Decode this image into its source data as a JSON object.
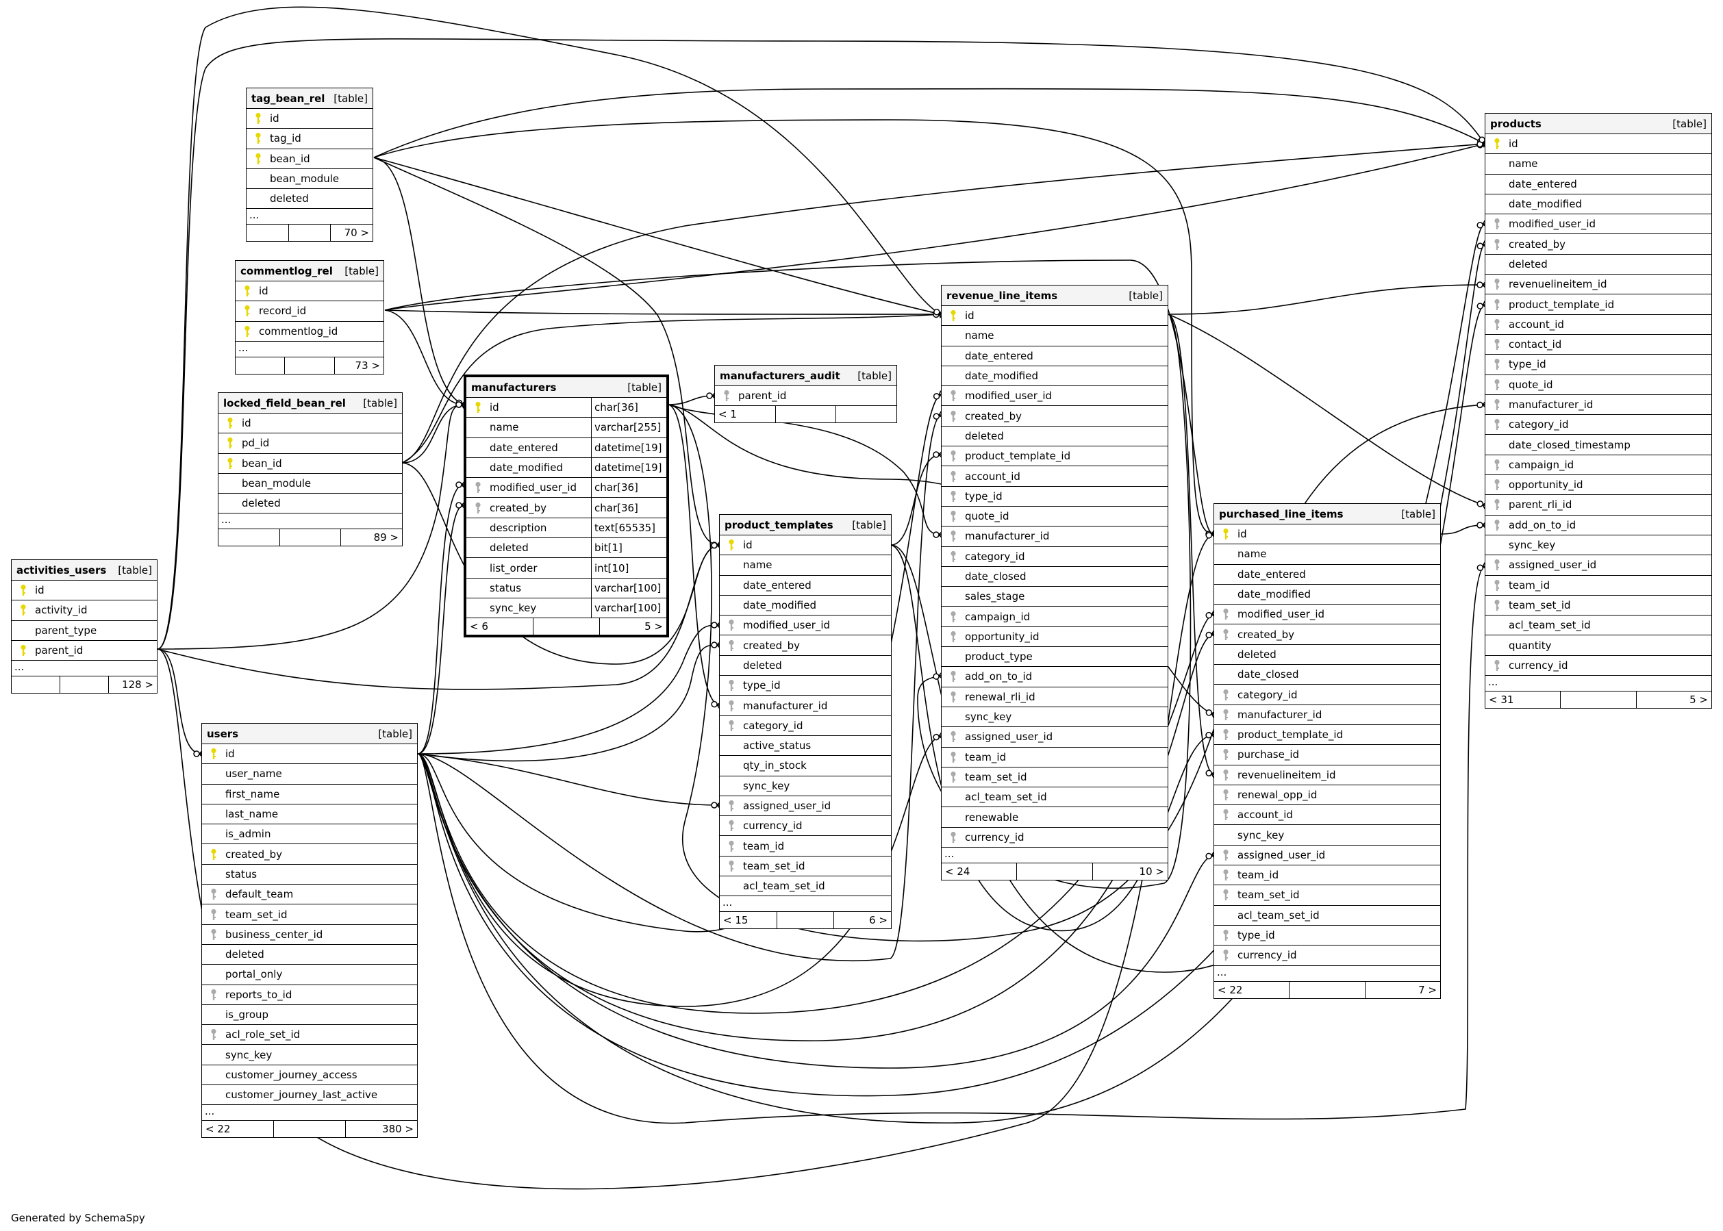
{
  "footer_text": "Generated by SchemaSpy",
  "colors": {
    "primary_key": "#e6d800",
    "foreign_key": "#aaaaaa",
    "header_bg": "#f4f4f4"
  },
  "table_type_label": "[table]",
  "tables": [
    {
      "name": "tag_bean_rel",
      "columns": [
        {
          "name": "id",
          "key": "pk"
        },
        {
          "name": "tag_id",
          "key": "pk"
        },
        {
          "name": "bean_id",
          "key": "pk"
        },
        {
          "name": "bean_module",
          "key": ""
        },
        {
          "name": "deleted",
          "key": ""
        }
      ],
      "more": "...",
      "footer": [
        "",
        "",
        "70 >"
      ]
    },
    {
      "name": "commentlog_rel",
      "columns": [
        {
          "name": "id",
          "key": "pk"
        },
        {
          "name": "record_id",
          "key": "pk"
        },
        {
          "name": "commentlog_id",
          "key": "pk"
        }
      ],
      "more": "...",
      "footer": [
        "",
        "",
        "73 >"
      ]
    },
    {
      "name": "locked_field_bean_rel",
      "columns": [
        {
          "name": "id",
          "key": "pk"
        },
        {
          "name": "pd_id",
          "key": "pk"
        },
        {
          "name": "bean_id",
          "key": "pk"
        },
        {
          "name": "bean_module",
          "key": ""
        },
        {
          "name": "deleted",
          "key": ""
        }
      ],
      "more": "...",
      "footer": [
        "",
        "",
        "89 >"
      ]
    },
    {
      "name": "activities_users",
      "columns": [
        {
          "name": "id",
          "key": "pk"
        },
        {
          "name": "activity_id",
          "key": "pk"
        },
        {
          "name": "parent_type",
          "key": ""
        },
        {
          "name": "parent_id",
          "key": "pk"
        }
      ],
      "more": "...",
      "footer": [
        "",
        "",
        "128 >"
      ]
    },
    {
      "name": "manufacturers",
      "focus": true,
      "columns": [
        {
          "name": "id",
          "key": "pk",
          "type": "char[36]"
        },
        {
          "name": "name",
          "key": "",
          "type": "varchar[255]"
        },
        {
          "name": "date_entered",
          "key": "",
          "type": "datetime[19]"
        },
        {
          "name": "date_modified",
          "key": "",
          "type": "datetime[19]"
        },
        {
          "name": "modified_user_id",
          "key": "fk",
          "type": "char[36]"
        },
        {
          "name": "created_by",
          "key": "fk",
          "type": "char[36]"
        },
        {
          "name": "description",
          "key": "",
          "type": "text[65535]"
        },
        {
          "name": "deleted",
          "key": "",
          "type": "bit[1]"
        },
        {
          "name": "list_order",
          "key": "",
          "type": "int[10]"
        },
        {
          "name": "status",
          "key": "",
          "type": "varchar[100]"
        },
        {
          "name": "sync_key",
          "key": "",
          "type": "varchar[100]"
        }
      ],
      "footer": [
        "< 6",
        "",
        "5 >"
      ]
    },
    {
      "name": "manufacturers_audit",
      "columns": [
        {
          "name": "parent_id",
          "key": "fk"
        }
      ],
      "footer": [
        "< 1",
        "",
        ""
      ]
    },
    {
      "name": "product_templates",
      "columns": [
        {
          "name": "id",
          "key": "pk"
        },
        {
          "name": "name",
          "key": ""
        },
        {
          "name": "date_entered",
          "key": ""
        },
        {
          "name": "date_modified",
          "key": ""
        },
        {
          "name": "modified_user_id",
          "key": "fk"
        },
        {
          "name": "created_by",
          "key": "fk"
        },
        {
          "name": "deleted",
          "key": ""
        },
        {
          "name": "type_id",
          "key": "fk"
        },
        {
          "name": "manufacturer_id",
          "key": "fk"
        },
        {
          "name": "category_id",
          "key": "fk"
        },
        {
          "name": "active_status",
          "key": ""
        },
        {
          "name": "qty_in_stock",
          "key": ""
        },
        {
          "name": "sync_key",
          "key": ""
        },
        {
          "name": "assigned_user_id",
          "key": "fk"
        },
        {
          "name": "currency_id",
          "key": "fk"
        },
        {
          "name": "team_id",
          "key": "fk"
        },
        {
          "name": "team_set_id",
          "key": "fk"
        },
        {
          "name": "acl_team_set_id",
          "key": ""
        }
      ],
      "more": "...",
      "footer": [
        "< 15",
        "",
        "6 >"
      ]
    },
    {
      "name": "revenue_line_items",
      "columns": [
        {
          "name": "id",
          "key": "pk"
        },
        {
          "name": "name",
          "key": ""
        },
        {
          "name": "date_entered",
          "key": ""
        },
        {
          "name": "date_modified",
          "key": ""
        },
        {
          "name": "modified_user_id",
          "key": "fk"
        },
        {
          "name": "created_by",
          "key": "fk"
        },
        {
          "name": "deleted",
          "key": ""
        },
        {
          "name": "product_template_id",
          "key": "fk"
        },
        {
          "name": "account_id",
          "key": "fk"
        },
        {
          "name": "type_id",
          "key": "fk"
        },
        {
          "name": "quote_id",
          "key": "fk"
        },
        {
          "name": "manufacturer_id",
          "key": "fk"
        },
        {
          "name": "category_id",
          "key": "fk"
        },
        {
          "name": "date_closed",
          "key": ""
        },
        {
          "name": "sales_stage",
          "key": ""
        },
        {
          "name": "campaign_id",
          "key": "fk"
        },
        {
          "name": "opportunity_id",
          "key": "fk"
        },
        {
          "name": "product_type",
          "key": ""
        },
        {
          "name": "add_on_to_id",
          "key": "fk"
        },
        {
          "name": "renewal_rli_id",
          "key": "fk"
        },
        {
          "name": "sync_key",
          "key": ""
        },
        {
          "name": "assigned_user_id",
          "key": "fk"
        },
        {
          "name": "team_id",
          "key": "fk"
        },
        {
          "name": "team_set_id",
          "key": "fk"
        },
        {
          "name": "acl_team_set_id",
          "key": ""
        },
        {
          "name": "renewable",
          "key": ""
        },
        {
          "name": "currency_id",
          "key": "fk"
        }
      ],
      "more": "...",
      "footer": [
        "< 24",
        "",
        "10 >"
      ]
    },
    {
      "name": "purchased_line_items",
      "columns": [
        {
          "name": "id",
          "key": "pk"
        },
        {
          "name": "name",
          "key": ""
        },
        {
          "name": "date_entered",
          "key": ""
        },
        {
          "name": "date_modified",
          "key": ""
        },
        {
          "name": "modified_user_id",
          "key": "fk"
        },
        {
          "name": "created_by",
          "key": "fk"
        },
        {
          "name": "deleted",
          "key": ""
        },
        {
          "name": "date_closed",
          "key": ""
        },
        {
          "name": "category_id",
          "key": "fk"
        },
        {
          "name": "manufacturer_id",
          "key": "fk"
        },
        {
          "name": "product_template_id",
          "key": "fk"
        },
        {
          "name": "purchase_id",
          "key": "fk"
        },
        {
          "name": "revenuelineitem_id",
          "key": "fk"
        },
        {
          "name": "renewal_opp_id",
          "key": "fk"
        },
        {
          "name": "account_id",
          "key": "fk"
        },
        {
          "name": "sync_key",
          "key": ""
        },
        {
          "name": "assigned_user_id",
          "key": "fk"
        },
        {
          "name": "team_id",
          "key": "fk"
        },
        {
          "name": "team_set_id",
          "key": "fk"
        },
        {
          "name": "acl_team_set_id",
          "key": ""
        },
        {
          "name": "type_id",
          "key": "fk"
        },
        {
          "name": "currency_id",
          "key": "fk"
        }
      ],
      "more": "...",
      "footer": [
        "< 22",
        "",
        "7 >"
      ]
    },
    {
      "name": "products",
      "columns": [
        {
          "name": "id",
          "key": "pk"
        },
        {
          "name": "name",
          "key": ""
        },
        {
          "name": "date_entered",
          "key": ""
        },
        {
          "name": "date_modified",
          "key": ""
        },
        {
          "name": "modified_user_id",
          "key": "fk"
        },
        {
          "name": "created_by",
          "key": "fk"
        },
        {
          "name": "deleted",
          "key": ""
        },
        {
          "name": "revenuelineitem_id",
          "key": "fk"
        },
        {
          "name": "product_template_id",
          "key": "fk"
        },
        {
          "name": "account_id",
          "key": "fk"
        },
        {
          "name": "contact_id",
          "key": "fk"
        },
        {
          "name": "type_id",
          "key": "fk"
        },
        {
          "name": "quote_id",
          "key": "fk"
        },
        {
          "name": "manufacturer_id",
          "key": "fk"
        },
        {
          "name": "category_id",
          "key": "fk"
        },
        {
          "name": "date_closed_timestamp",
          "key": ""
        },
        {
          "name": "campaign_id",
          "key": "fk"
        },
        {
          "name": "opportunity_id",
          "key": "fk"
        },
        {
          "name": "parent_rli_id",
          "key": "fk"
        },
        {
          "name": "add_on_to_id",
          "key": "fk"
        },
        {
          "name": "sync_key",
          "key": ""
        },
        {
          "name": "assigned_user_id",
          "key": "fk"
        },
        {
          "name": "team_id",
          "key": "fk"
        },
        {
          "name": "team_set_id",
          "key": "fk"
        },
        {
          "name": "acl_team_set_id",
          "key": ""
        },
        {
          "name": "quantity",
          "key": ""
        },
        {
          "name": "currency_id",
          "key": "fk"
        }
      ],
      "more": "...",
      "footer": [
        "< 31",
        "",
        "5 >"
      ]
    },
    {
      "name": "users",
      "columns": [
        {
          "name": "id",
          "key": "pk"
        },
        {
          "name": "user_name",
          "key": ""
        },
        {
          "name": "first_name",
          "key": ""
        },
        {
          "name": "last_name",
          "key": ""
        },
        {
          "name": "is_admin",
          "key": ""
        },
        {
          "name": "created_by",
          "key": "pk"
        },
        {
          "name": "status",
          "key": ""
        },
        {
          "name": "default_team",
          "key": "fk"
        },
        {
          "name": "team_set_id",
          "key": "fk"
        },
        {
          "name": "business_center_id",
          "key": "fk"
        },
        {
          "name": "deleted",
          "key": ""
        },
        {
          "name": "portal_only",
          "key": ""
        },
        {
          "name": "reports_to_id",
          "key": "fk"
        },
        {
          "name": "is_group",
          "key": ""
        },
        {
          "name": "acl_role_set_id",
          "key": "fk"
        },
        {
          "name": "sync_key",
          "key": ""
        },
        {
          "name": "customer_journey_access",
          "key": ""
        },
        {
          "name": "customer_journey_last_active",
          "key": ""
        }
      ],
      "more": "...",
      "footer": [
        "< 22",
        "",
        "380 >"
      ]
    }
  ]
}
